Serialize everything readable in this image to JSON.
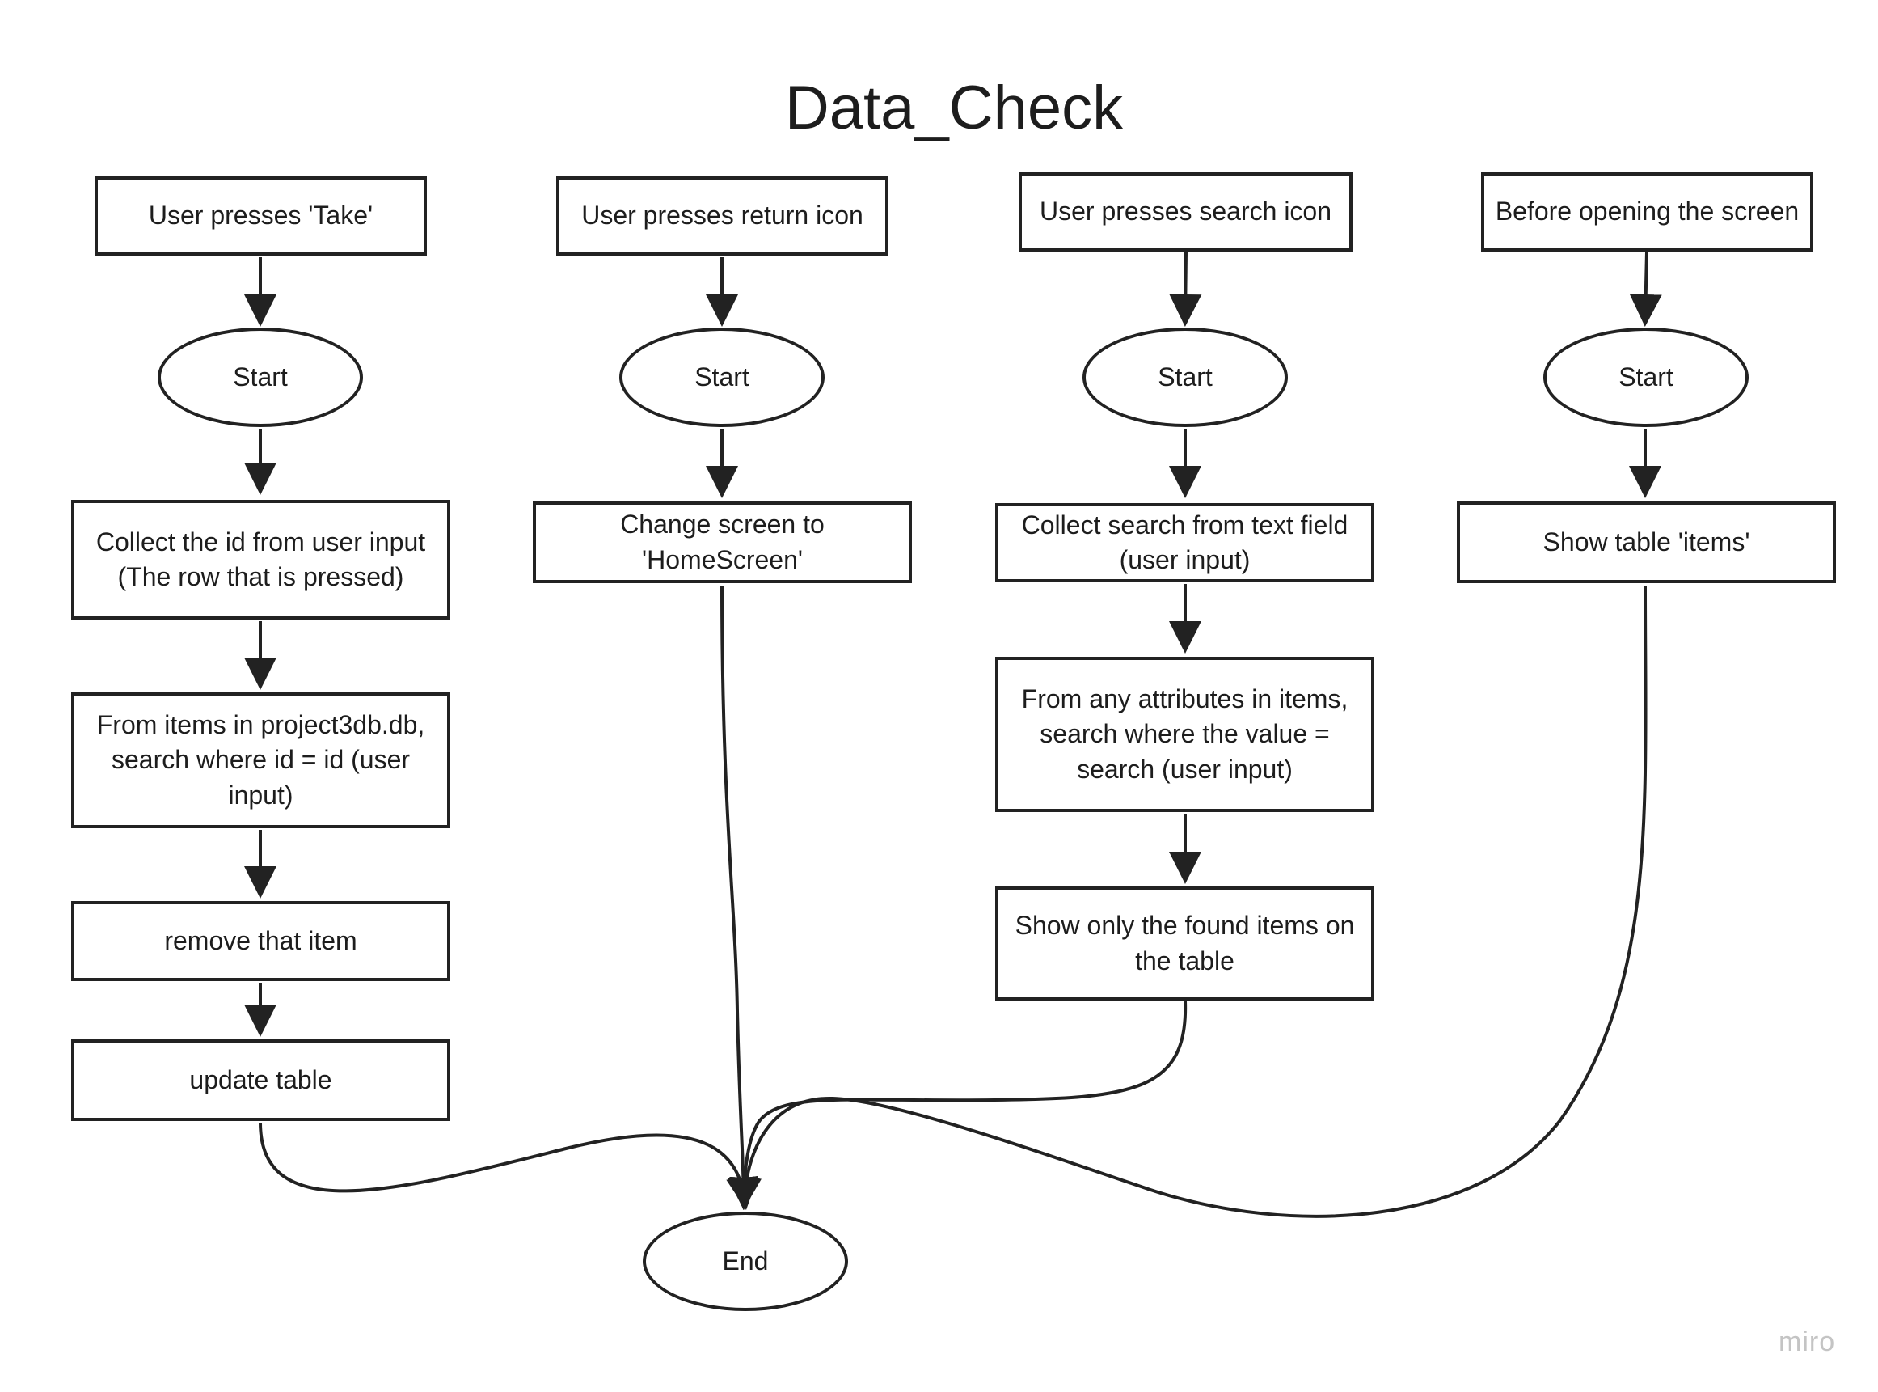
{
  "title": "Data_Check",
  "watermark": "miro",
  "columns": [
    {
      "trigger": "User presses 'Take'",
      "start": "Start",
      "steps": [
        "Collect the id from user input\n(The row that is pressed)",
        "From items in project3db.db,\nsearch where id = id (user input)",
        "remove that item",
        "update table"
      ]
    },
    {
      "trigger": "User presses return icon",
      "start": "Start",
      "steps": [
        "Change screen to 'HomeScreen'"
      ]
    },
    {
      "trigger": "User presses search icon",
      "start": "Start",
      "steps": [
        "Collect search from text field\n(user input)",
        "From any attributes in items,\nsearch where the value =\nsearch (user input)",
        "Show only the found items on\nthe table"
      ]
    },
    {
      "trigger": "Before opening the screen",
      "start": "Start",
      "steps": [
        "Show table 'items'"
      ]
    }
  ],
  "end": "End",
  "colors": {
    "stroke": "#222222",
    "text": "#1d1d1d",
    "watermark": "#c4c4c4"
  }
}
